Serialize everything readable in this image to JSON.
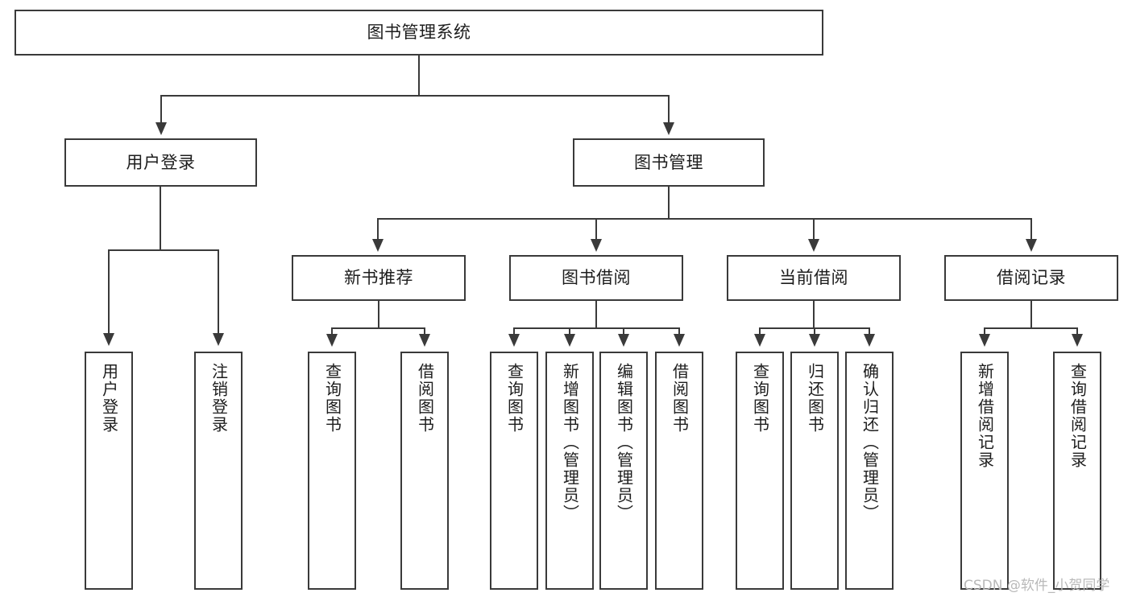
{
  "diagram": {
    "title": "图书管理系统",
    "type": "tree-hierarchy-diagram",
    "root": {
      "label": "图书管理系统"
    },
    "level2": [
      {
        "label": "用户登录"
      },
      {
        "label": "图书管理"
      }
    ],
    "level3": [
      {
        "label": "新书推荐"
      },
      {
        "label": "图书借阅"
      },
      {
        "label": "当前借阅"
      },
      {
        "label": "借阅记录"
      }
    ],
    "leaves": {
      "user_login": [
        {
          "label": "用户登录"
        },
        {
          "label": "注销登录"
        }
      ],
      "new_book_recommend": [
        {
          "label": "查询图书"
        },
        {
          "label": "借阅图书"
        }
      ],
      "book_borrow": [
        {
          "label": "查询图书"
        },
        {
          "label": "新增图书（管理员）"
        },
        {
          "label": "编辑图书（管理员）"
        },
        {
          "label": "借阅图书"
        }
      ],
      "current_borrow": [
        {
          "label": "查询图书"
        },
        {
          "label": "归还图书"
        },
        {
          "label": "确认归还（管理员）"
        }
      ],
      "borrow_record": [
        {
          "label": "新增借阅记录"
        },
        {
          "label": "查询借阅记录"
        }
      ]
    }
  },
  "watermark": {
    "text": "CSDN @软件_小贺同学"
  },
  "colors": {
    "stroke": "#3a3a3a",
    "text": "#1d1d1d",
    "background": "#ffffff",
    "watermark": "#b9b9b9"
  }
}
